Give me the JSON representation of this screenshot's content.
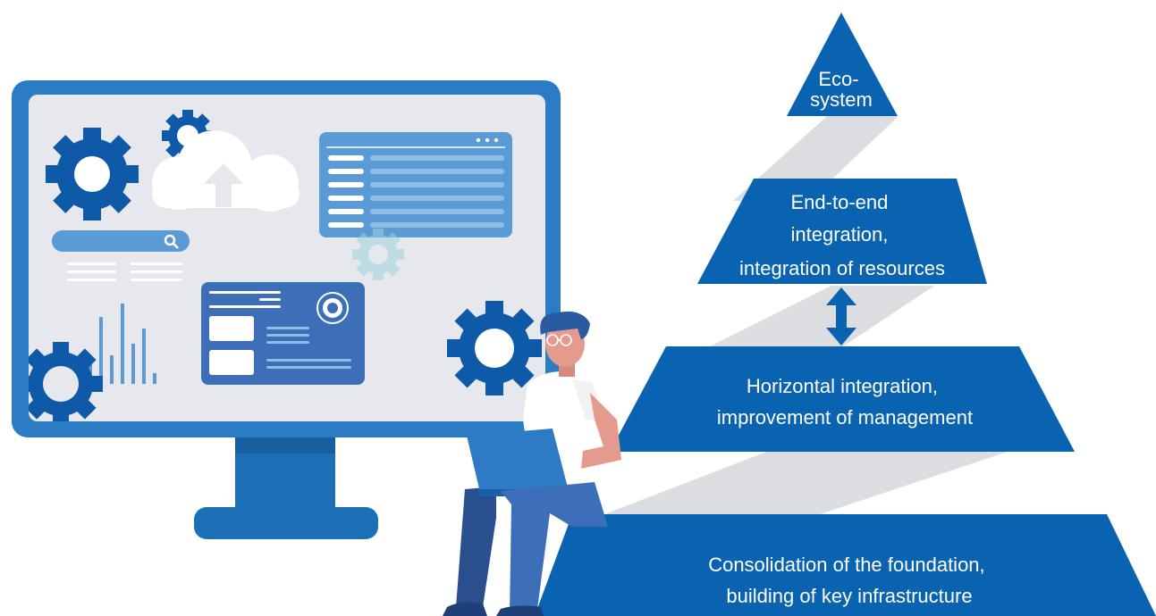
{
  "pyramid": {
    "levels": [
      {
        "lines": [
          "Eco-",
          "system"
        ]
      },
      {
        "lines": [
          "End-to-end",
          "integration,",
          "integration of resources"
        ]
      },
      {
        "lines": [
          "Horizontal integration,",
          "improvement of management"
        ]
      },
      {
        "lines": [
          "Consolidation of the foundation,",
          "building of key infrastructure"
        ]
      }
    ]
  },
  "colors": {
    "pyramid_blue": "#0a63b0",
    "monitor_frame": "#2b7cc4",
    "screen_bg": "#e6e8ed",
    "ribbon_grey": "#dcdde0",
    "gear_blue": "#0f5aa8",
    "light_blue": "#5b9bd5",
    "card_blue": "#3d6fb8"
  },
  "icons": [
    "gear-icon",
    "cloud-upload-icon",
    "search-icon",
    "bar-chart-icon",
    "dots-icon",
    "double-arrow-icon",
    "person-with-laptop"
  ]
}
